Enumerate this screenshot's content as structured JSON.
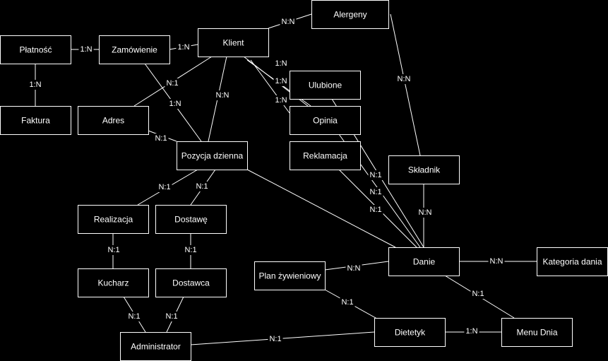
{
  "entities": {
    "alergeny": "Alergeny",
    "platnosc": "Płatność",
    "zamowienie": "Zamówienie",
    "klient": "Klient",
    "faktura": "Faktura",
    "ulubione": "Ulubione",
    "adres": "Adres",
    "opinia": "Opinia",
    "reklamacja": "Reklamacja",
    "pozycja": "Pozycja dzienna",
    "skladnik": "Składnik",
    "realizacja": "Realizacja",
    "dostawe": "Dostawę",
    "danie": "Danie",
    "plan": "Plan żywieniowy",
    "kategoria": "Kategoria dania",
    "kucharz": "Kucharz",
    "dostawca": "Dostawca",
    "dietetyk": "Dietetyk",
    "menu": "Menu Dnia",
    "administrator": "Administrator"
  },
  "relationships": [
    {
      "from": "klient",
      "to": "alergeny",
      "card": "N:N"
    },
    {
      "from": "platnosc",
      "to": "zamowienie",
      "card": "1:N"
    },
    {
      "from": "zamowienie",
      "to": "klient",
      "card": "1:N"
    },
    {
      "from": "platnosc",
      "to": "faktura",
      "card": "1:N"
    },
    {
      "from": "klient",
      "to": "adres",
      "card": "N:1"
    },
    {
      "from": "klient",
      "to": "pozycja",
      "card": "N:N"
    },
    {
      "from": "zamowienie",
      "to": "pozycja",
      "card": "1:N"
    },
    {
      "from": "adres",
      "to": "pozycja",
      "card": "N:1"
    },
    {
      "from": "klient",
      "to": "ulubione",
      "card": "1:N"
    },
    {
      "from": "klient",
      "to": "opinia",
      "card": "1:N"
    },
    {
      "from": "klient",
      "to": "reklamacja",
      "card": "1:N"
    },
    {
      "from": "ulubione",
      "to": "danie",
      "card": "N:1"
    },
    {
      "from": "opinia",
      "to": "danie",
      "card": "N:1"
    },
    {
      "from": "reklamacja",
      "to": "danie",
      "card": "N:1"
    },
    {
      "from": "alergeny",
      "to": "skladnik",
      "card": "N:N"
    },
    {
      "from": "skladnik",
      "to": "danie",
      "card": "N:N"
    },
    {
      "from": "pozycja",
      "to": "realizacja",
      "card": "N:1"
    },
    {
      "from": "pozycja",
      "to": "dostawe",
      "card": "N:1"
    },
    {
      "from": "pozycja",
      "to": "danie",
      "card": ""
    },
    {
      "from": "realizacja",
      "to": "kucharz",
      "card": "N:1"
    },
    {
      "from": "dostawe",
      "to": "dostawca",
      "card": "N:1"
    },
    {
      "from": "kucharz",
      "to": "administrator",
      "card": "N:1"
    },
    {
      "from": "dostawca",
      "to": "administrator",
      "card": "N:1"
    },
    {
      "from": "plan",
      "to": "danie",
      "card": "N:N"
    },
    {
      "from": "danie",
      "to": "kategoria",
      "card": "N:N"
    },
    {
      "from": "danie",
      "to": "menu",
      "card": "N:1"
    },
    {
      "from": "plan",
      "to": "dietetyk",
      "card": "N:1"
    },
    {
      "from": "dietetyk",
      "to": "menu",
      "card": "1:N"
    },
    {
      "from": "administrator",
      "to": "dietetyk",
      "card": "N:1"
    }
  ],
  "colors": {
    "background": "#000000",
    "foreground": "#ffffff"
  }
}
